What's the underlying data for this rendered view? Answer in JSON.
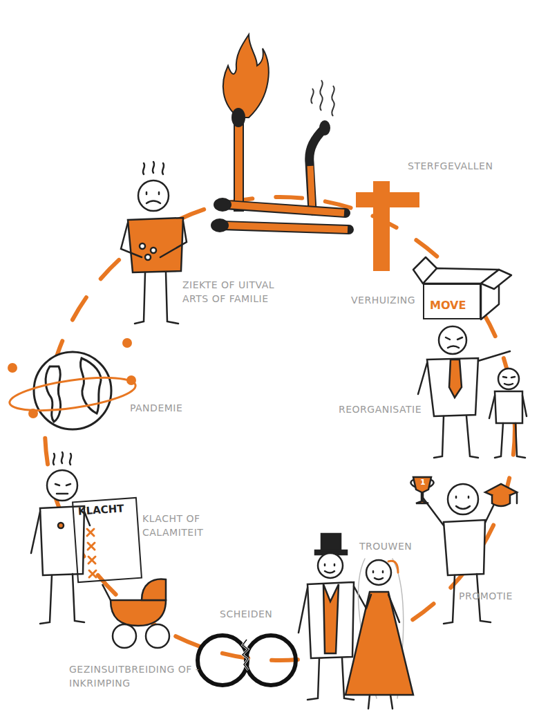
{
  "diagram": {
    "nodes": [
      {
        "text": [
          "MOVE"
        ]
      },
      {
        "text": [
          "KLACHT"
        ]
      }
    ],
    "labels": [
      "STERFGEVALLEN",
      "VERHUIZING",
      "REORGANISATIE",
      "1",
      "PROMOTIE",
      "TROUWEN",
      "SCHEIDEN",
      "GEZINSUITBREIDING OF -INKRIMPING",
      "KLACHT OF CALAMITEIT",
      "PANDEMIE",
      "ZIEKTE OF UITVAL ARTS OF FAMILIE"
    ]
  }
}
